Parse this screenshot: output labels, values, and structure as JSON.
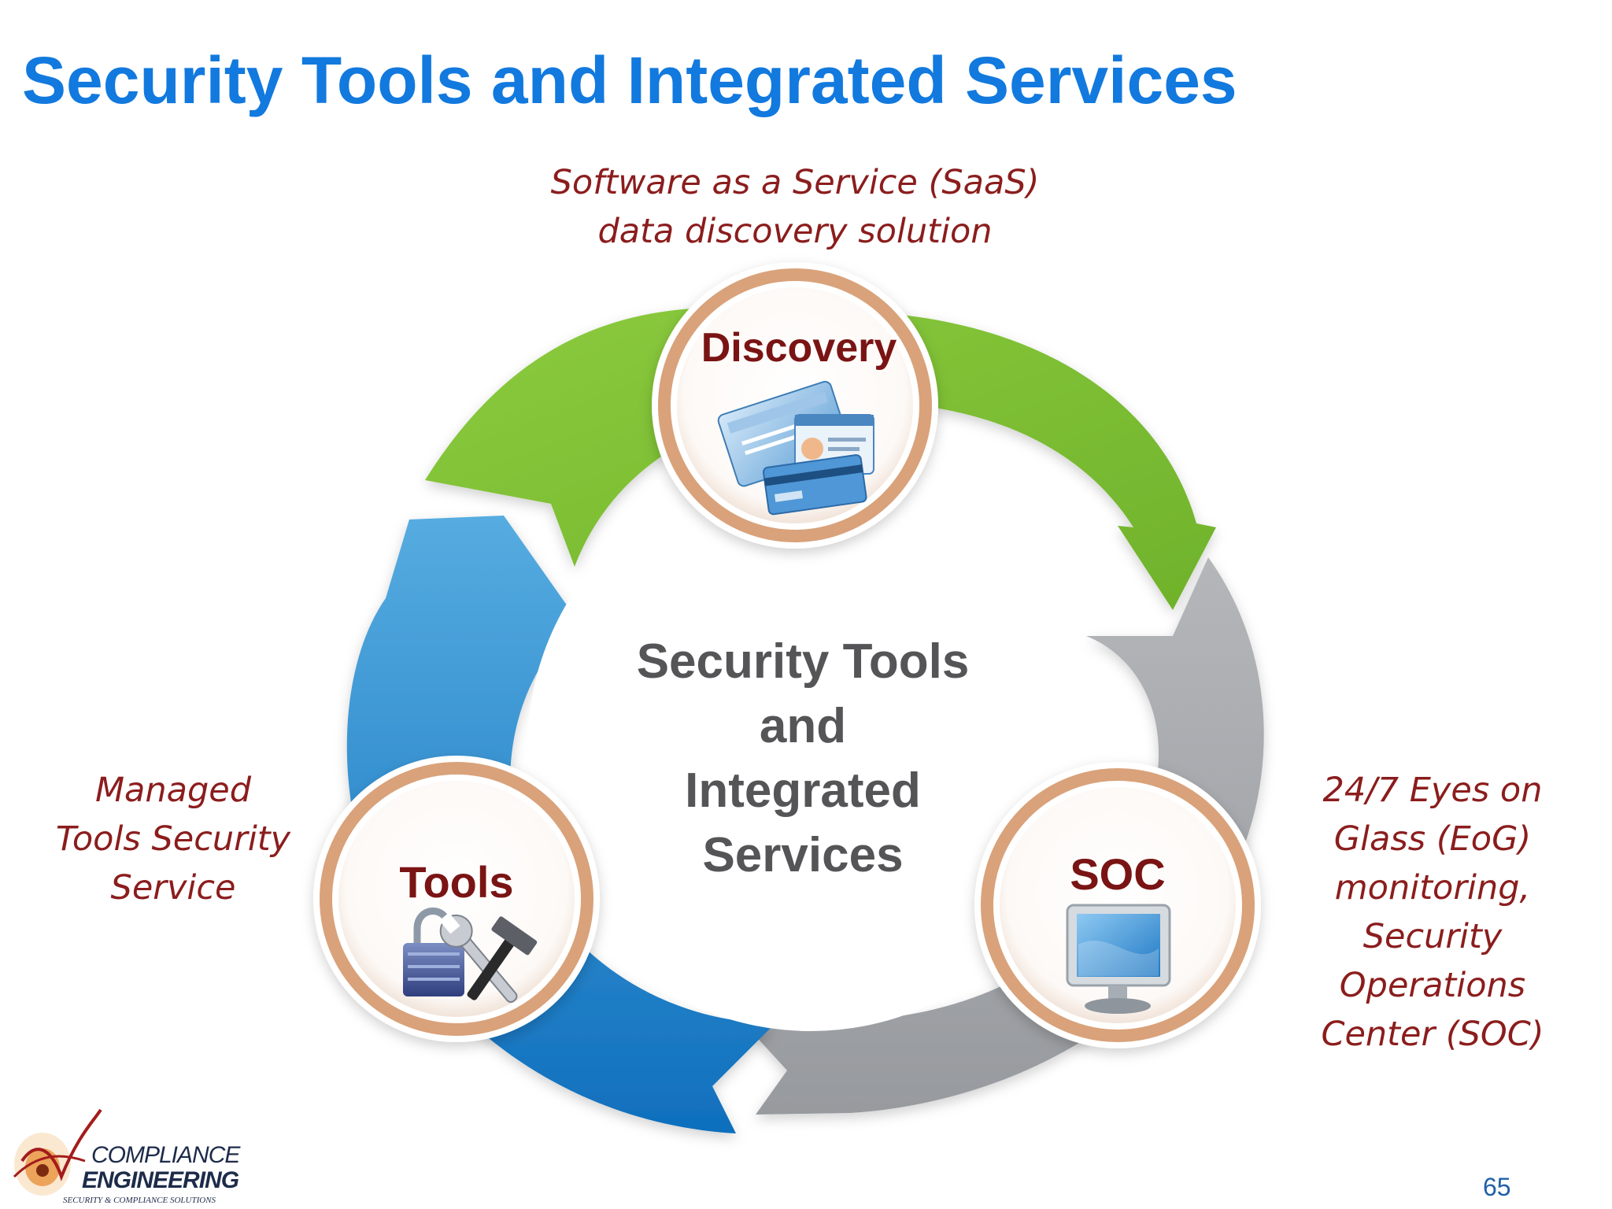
{
  "title": "Security Tools and Integrated Services",
  "center": {
    "lines": [
      "Security Tools",
      "and",
      "Integrated",
      "Services"
    ]
  },
  "nodes": {
    "discovery": {
      "label": "Discovery",
      "icon": "id-cards-icon",
      "callout": [
        "Software as a Service (SaaS)",
        "data discovery solution"
      ]
    },
    "tools": {
      "label": "Tools",
      "icon": "padlock-wrench-hammer-icon",
      "callout": [
        "Managed",
        "Tools Security",
        "Service"
      ]
    },
    "soc": {
      "label": "SOC",
      "icon": "computer-monitor-icon",
      "callout": [
        "24/7 Eyes on",
        "Glass (EoG)",
        "monitoring,",
        "Security",
        "Operations",
        "Center (SOC)"
      ]
    }
  },
  "logo": {
    "line1": "COMPLIANCE",
    "line2": "ENGINEERING",
    "tagline": "SECURITY & COMPLIANCE SOLUTIONS"
  },
  "page_number": "65",
  "colors": {
    "title": "#1279de",
    "callout_text": "#8b1d1d",
    "node_label": "#7a1414",
    "center_text": "#555558",
    "arc_green": "#7cbf34",
    "arc_gray": "#a4a6aa",
    "arc_blue": "#2f8dd0",
    "node_ring": "#d9a27a"
  }
}
